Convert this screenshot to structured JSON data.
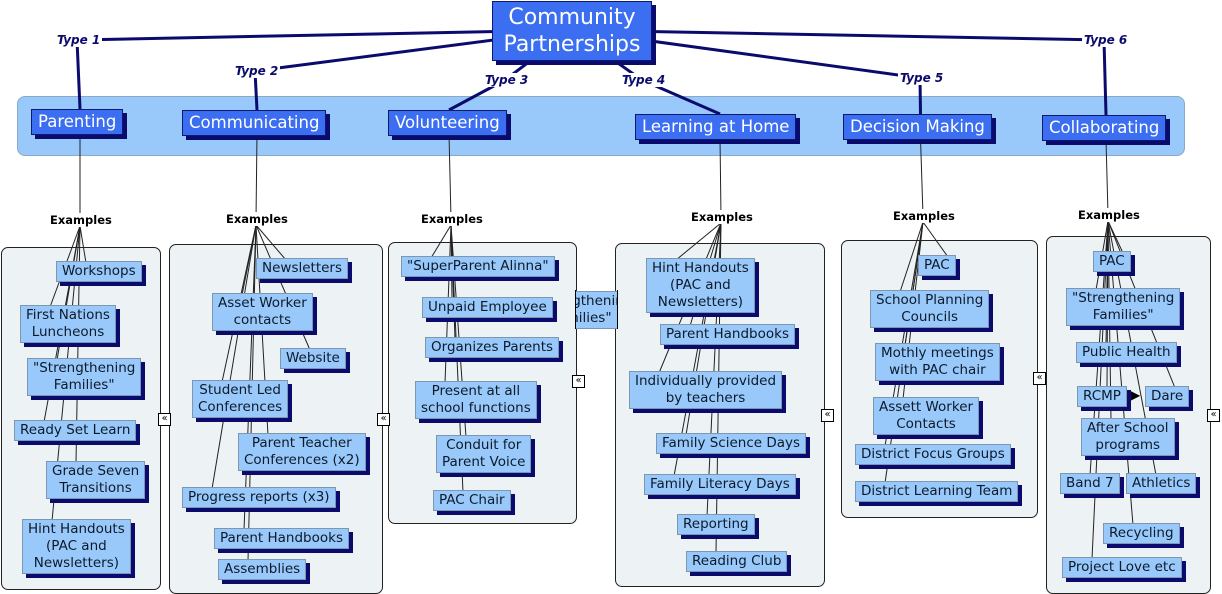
{
  "root": {
    "label": "Community\nPartnerships"
  },
  "examples_label": "Examples",
  "collapse_icon": "«",
  "arrow_icon": "▶",
  "colors": {
    "root_fill": "#3b6ef0",
    "category_fill": "#3b6ef0",
    "node_fill": "#99c9fb",
    "shadow": "#0b0b6e",
    "band_fill": "#99c9fb",
    "panel_fill": "#edf2f5",
    "type_text": "#0b0b6e"
  },
  "categories": [
    {
      "type": "Type 1",
      "label": "Parenting",
      "examples": [
        "Workshops",
        "First Nations\nLuncheons",
        "\"Strengthening\nFamilies\"",
        "Ready Set Learn",
        "Grade Seven\nTransitions",
        "Hint Handouts\n(PAC and\nNewsletters)"
      ]
    },
    {
      "type": "Type 2",
      "label": "Communicating",
      "examples": [
        "Newsletters",
        "Asset Worker\ncontacts",
        "Website",
        "Student Led\nConferences",
        "Parent Teacher\nConferences (x2)",
        "Progress reports (x3)",
        "Parent Handbooks",
        "Assemblies"
      ]
    },
    {
      "type": "Type 3",
      "label": "Volunteering",
      "examples": [
        "\"SuperParent Alinna\"",
        "Unpaid Employee",
        "Organizes Parents",
        "Present at all\nschool functions",
        "Conduit for\nParent Voice",
        "PAC Chair"
      ]
    },
    {
      "type": "Type 4",
      "label": "Learning at Home",
      "examples": [
        "Hint Handouts\n(PAC and\nNewsletters)",
        "Parent Handbooks",
        "Individually provided\nby teachers",
        "Family Science Days",
        "Family Literacy Days",
        "Reporting",
        "Reading Club"
      ]
    },
    {
      "type": "Type 5",
      "label": "Decision Making",
      "examples": [
        "PAC",
        "School Planning\nCouncils",
        "Mothly meetings\nwith PAC chair",
        "Assett Worker\nContacts",
        "District Focus Groups",
        "District Learning Team"
      ]
    },
    {
      "type": "Type 6",
      "label": "Collaborating",
      "examples": [
        "PAC",
        "\"Strengthening\nFamilies\"",
        "Public Health",
        "RCMP",
        "Dare",
        "After School\nprograms",
        "Band 7",
        "Athletics",
        "Recycling",
        "Project Love etc"
      ]
    }
  ],
  "hidden_overlap_node": {
    "label": "\"Strengthening\nFamilies\""
  }
}
